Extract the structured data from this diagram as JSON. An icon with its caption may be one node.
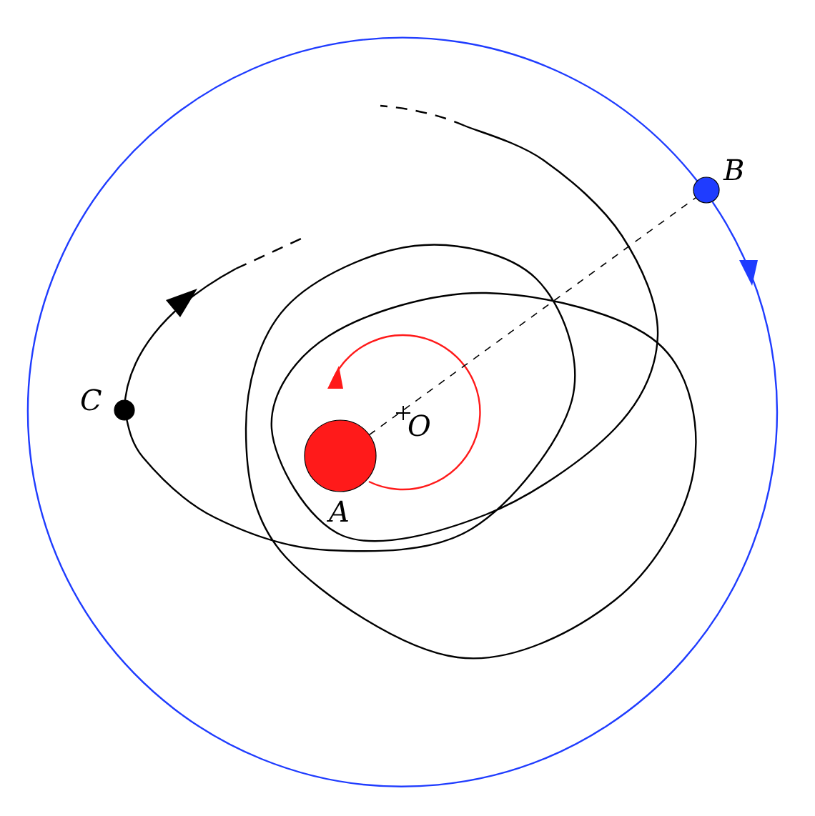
{
  "diagram": {
    "nodes": [
      {
        "text": [],
        "shape": "circle",
        "beside": [
          "A"
        ]
      },
      {
        "text": [],
        "shape": "circle",
        "beside": [
          "B"
        ]
      },
      {
        "text": [],
        "shape": "circle",
        "beside": [
          "C"
        ]
      }
    ],
    "edges": [
      {
        "from": 0,
        "to": 1,
        "arrow": "none",
        "style": "dashed"
      }
    ],
    "labels": [
      "O"
    ]
  }
}
